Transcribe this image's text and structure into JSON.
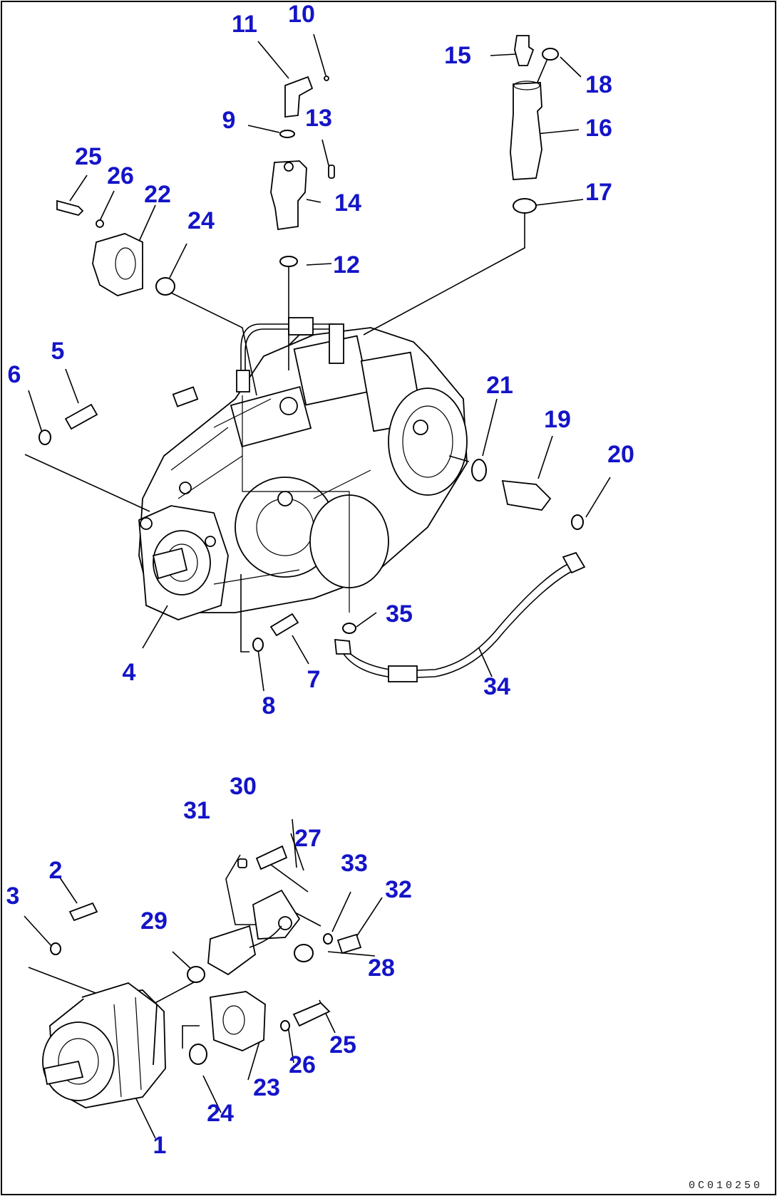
{
  "diagram": {
    "callouts": [
      {
        "id": "1",
        "text": "1"
      },
      {
        "id": "2",
        "text": "2"
      },
      {
        "id": "3",
        "text": "3"
      },
      {
        "id": "4",
        "text": "4"
      },
      {
        "id": "5",
        "text": "5"
      },
      {
        "id": "6",
        "text": "6"
      },
      {
        "id": "7",
        "text": "7"
      },
      {
        "id": "8",
        "text": "8"
      },
      {
        "id": "9",
        "text": "9"
      },
      {
        "id": "10",
        "text": "10"
      },
      {
        "id": "11",
        "text": "11"
      },
      {
        "id": "12",
        "text": "12"
      },
      {
        "id": "13",
        "text": "13"
      },
      {
        "id": "14",
        "text": "14"
      },
      {
        "id": "15",
        "text": "15"
      },
      {
        "id": "16",
        "text": "16"
      },
      {
        "id": "17",
        "text": "17"
      },
      {
        "id": "18",
        "text": "18"
      },
      {
        "id": "19",
        "text": "19"
      },
      {
        "id": "20",
        "text": "20"
      },
      {
        "id": "21",
        "text": "21"
      },
      {
        "id": "22",
        "text": "22"
      },
      {
        "id": "23",
        "text": "23"
      },
      {
        "id": "24a",
        "text": "24"
      },
      {
        "id": "24b",
        "text": "24"
      },
      {
        "id": "25a",
        "text": "25"
      },
      {
        "id": "25b",
        "text": "25"
      },
      {
        "id": "26a",
        "text": "26"
      },
      {
        "id": "26b",
        "text": "26"
      },
      {
        "id": "27",
        "text": "27"
      },
      {
        "id": "28",
        "text": "28"
      },
      {
        "id": "29",
        "text": "29"
      },
      {
        "id": "30",
        "text": "30"
      },
      {
        "id": "31",
        "text": "31"
      },
      {
        "id": "32",
        "text": "32"
      },
      {
        "id": "33",
        "text": "33"
      },
      {
        "id": "34",
        "text": "34"
      },
      {
        "id": "35",
        "text": "35"
      }
    ],
    "drawing_code": "0C010250",
    "colors": {
      "callout": "#1414c8",
      "line": "#000000",
      "background": "#ffffff"
    }
  }
}
